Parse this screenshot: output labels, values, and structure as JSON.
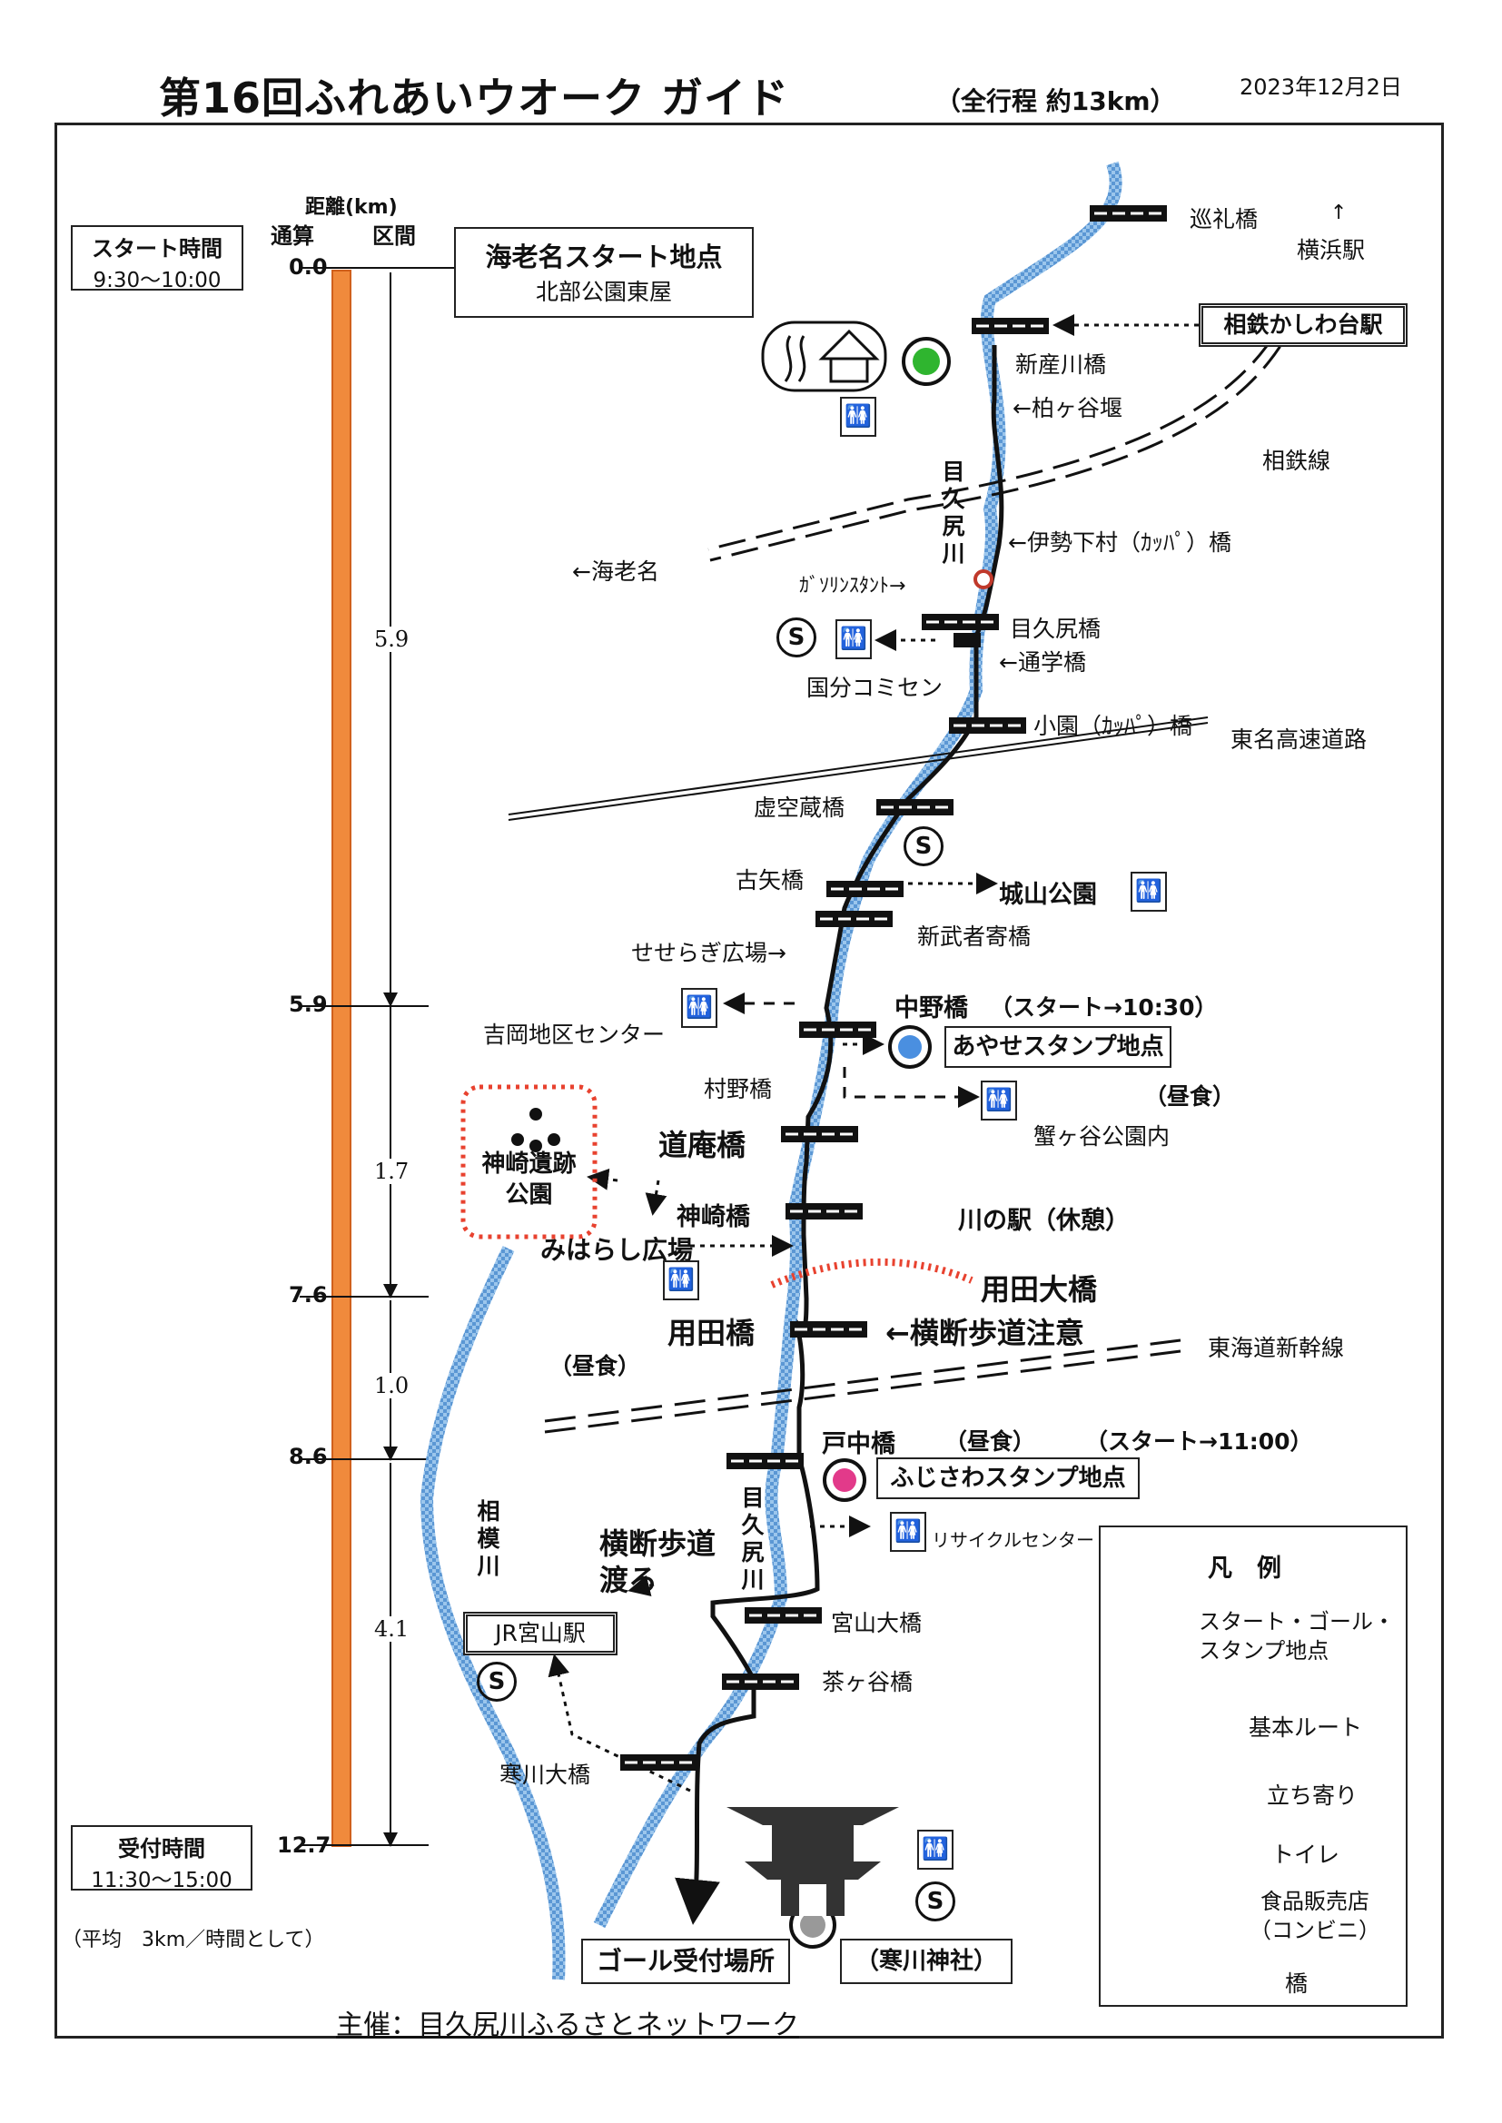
{
  "header": {
    "title": "第16回ふれあいウオーク ガイド",
    "subtitle": "（全行程 約13km）",
    "date": "2023年12月2日"
  },
  "distance_scale": {
    "heading": "距離(km)",
    "col_total": "通算",
    "col_section": "区間",
    "marks": [
      "0.0",
      "5.9",
      "7.6",
      "8.6",
      "12.7"
    ],
    "sections": [
      "5.9",
      "1.7",
      "1.0",
      "4.1"
    ],
    "bar_color": "#f08a3c"
  },
  "start_time": {
    "title": "スタート時間",
    "value": "9:30〜10:00"
  },
  "reception_time": {
    "title": "受付時間",
    "value": "11:30〜15:00"
  },
  "average_note": "（平均　3km／時間として）",
  "start_point": {
    "title": "海老名スタート地点",
    "sub": "北部公園東屋"
  },
  "stations": {
    "kashiwadai": "相鉄かしわ台駅",
    "miyayama": "JR宮山駅"
  },
  "labels": {
    "junreibashi": "巡礼橋",
    "yokohama": "横浜駅",
    "yokohama_arrow": "↑",
    "shinsangawa": "新産川橋",
    "kashiwagaya_seki": "←柏ヶ谷堰",
    "sotetsu_line": "相鉄線",
    "river_mekujiri_1": "目久尻川",
    "isegeshimura": "←伊勢下村（ｶｯﾊﾟ）橋",
    "ebina": "←海老名",
    "gas_station": "ｶﾞｿﾘﾝｽﾀﾝﾄ→",
    "mekujiribashi": "目久尻橋",
    "tsugakubashi": "←通学橋",
    "kokubu": "国分コミセン",
    "kozono": "小園（ｶｯﾊﾟ）橋",
    "tomei": "東名高速道路",
    "kokuzo": "虚空蔵橋",
    "furuya": "古矢橋",
    "shiroyama": "城山公園",
    "shinbusha": "新武者寄橋",
    "seseragi": "せせらぎ広場→",
    "yoshioka": "吉岡地区センター",
    "nakano": "中野橋",
    "nakano_start": "（スタート→10:30）",
    "ayase_stamp": "あやせスタンプ地点",
    "lunch_1": "（昼食）",
    "murano": "村野橋",
    "kanigaya": "蟹ヶ谷公園内",
    "doan": "道庵橋",
    "kanzaki_park": "神崎遺跡公園",
    "kanzakibashi": "神崎橋",
    "kawanoeki": "川の駅（休憩）",
    "miharashi": "みはらし広場",
    "yoda_ohashi": "用田大橋",
    "yodabashi": "用田橋",
    "crosswalk_caution": "←横断歩道注意",
    "lunch_2": "（昼食）",
    "tokaido_shinkansen": "東海道新幹線",
    "tonaka": "戸中橋",
    "lunch_3": "（昼食）",
    "tonaka_start": "（スタート→11:00）",
    "fujisawa_stamp": "ふじさわスタンプ地点",
    "river_mekujiri_2": "目久尻川",
    "recycle": "リサイクルセンター",
    "sagami_river": "相模川",
    "crosswalk_cross": "横断歩道渡る",
    "miyayama_ohashi": "宮山大橋",
    "chagaya": "茶ヶ谷橋",
    "samukawa_ohashi": "寒川大橋",
    "goal": "ゴール受付場所",
    "samukawa_shrine": "（寒川神社）"
  },
  "legend": {
    "title": "凡　例",
    "start_goal_stamp": "スタート・ゴール・スタンプ地点",
    "main_route": "基本ルート",
    "detour": "立ち寄り",
    "toilet": "トイレ",
    "food_store": "食品販売店（コンビニ）",
    "bridge": "橋"
  },
  "organizer": "主催：目久尻川ふるさとネットワーク",
  "colors": {
    "river": "#6fa8dc",
    "stamp_blue": "#4a8fe0",
    "stamp_pink": "#e23a8a",
    "green": "#2fb52f",
    "red_dots": "#e8422f"
  }
}
